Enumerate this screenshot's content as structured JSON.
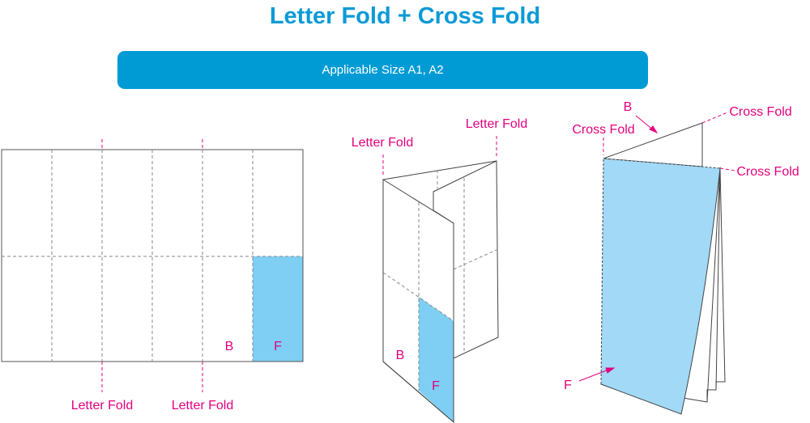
{
  "title": "Letter Fold + Cross Fold",
  "banner": "Applicable Size A1, A2",
  "labels": {
    "letter_fold": "Letter Fold",
    "cross_fold": "Cross Fold",
    "back": "B",
    "front": "F"
  },
  "colors": {
    "accent": "#009bd5",
    "label": "#e4007f",
    "front_fill": "#7fcef3",
    "front_fill_light": "#a1d9f6"
  }
}
